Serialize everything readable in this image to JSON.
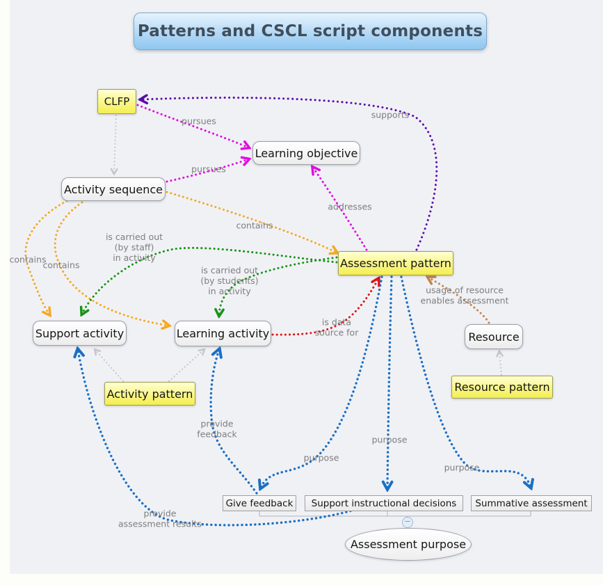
{
  "title": "Patterns and CSCL script components",
  "nodes": {
    "clfp": "CLFP",
    "activity_sequence": "Activity sequence",
    "learning_objective": "Learning objective",
    "assessment_pattern": "Assessment pattern",
    "support_activity": "Support activity",
    "learning_activity": "Learning activity",
    "activity_pattern": "Activity pattern",
    "resource": "Resource",
    "resource_pattern": "Resource pattern",
    "give_feedback": "Give feedback",
    "support_instructional_decisions": "Support instructional decisions",
    "summative_assessment": "Summative assessment",
    "assessment_purpose": "Assessment purpose"
  },
  "edges": [
    {
      "from": "clfp",
      "to": "activity_sequence",
      "label": "",
      "color": "#c2c4c8"
    },
    {
      "from": "activity_pattern",
      "to": "support_activity",
      "label": "",
      "color": "#c2c4c8"
    },
    {
      "from": "activity_pattern",
      "to": "learning_activity",
      "label": "",
      "color": "#c2c4c8"
    },
    {
      "from": "resource_pattern",
      "to": "resource",
      "label": "",
      "color": "#c2c4c8"
    },
    {
      "from": "clfp",
      "to": "learning_objective",
      "label": "pursues",
      "color": "#e10ce1"
    },
    {
      "from": "activity_sequence",
      "to": "learning_objective",
      "label": "pursues",
      "color": "#e10ce1"
    },
    {
      "from": "assessment_pattern",
      "to": "learning_objective",
      "label": "addresses",
      "color": "#e10ce1"
    },
    {
      "from": "assessment_pattern",
      "to": "clfp",
      "label": "supports",
      "color": "#5a0ca8"
    },
    {
      "from": "activity_sequence",
      "to": "assessment_pattern",
      "label": "contains",
      "color": "#f6a81f"
    },
    {
      "from": "activity_sequence",
      "to": "support_activity",
      "label": "contains",
      "color": "#f6a81f"
    },
    {
      "from": "activity_sequence",
      "to": "learning_activity",
      "label": "contains",
      "color": "#f6a81f"
    },
    {
      "from": "assessment_pattern",
      "to": "support_activity",
      "label": "is carried out\n(by staff)\nin activity",
      "color": "#169416"
    },
    {
      "from": "assessment_pattern",
      "to": "learning_activity",
      "label": "is carried out\n(by students)\nin activity",
      "color": "#169416"
    },
    {
      "from": "learning_activity",
      "to": "assessment_pattern",
      "label": "is data\nsource for",
      "color": "#dd1414"
    },
    {
      "from": "resource",
      "to": "assessment_pattern",
      "label": "usage of resource\nenables assessment",
      "color": "#c0854a"
    },
    {
      "from": "assessment_pattern",
      "to": "give_feedback",
      "label": "purpose",
      "color": "#1a6fc4"
    },
    {
      "from": "assessment_pattern",
      "to": "support_instructional_decisions",
      "label": "purpose",
      "color": "#1a6fc4"
    },
    {
      "from": "assessment_pattern",
      "to": "summative_assessment",
      "label": "purpose",
      "color": "#1a6fc4"
    },
    {
      "from": "give_feedback",
      "to": "learning_activity",
      "label": "provide\nfeedback",
      "color": "#1a6fc4"
    },
    {
      "from": "support_instructional_decisions",
      "to": "support_activity",
      "label": "provide\nassessment results",
      "color": "#1a6fc4"
    }
  ],
  "icons": {
    "collapse_glyph": "−"
  },
  "colors": {
    "canvas": "#f0f1f5",
    "node_yellow": "#f4ee4e",
    "title_blue": "#8ec6f0",
    "magenta": "#e10ce1",
    "purple": "#5a0ca8",
    "orange": "#f6a81f",
    "green": "#169416",
    "red": "#dd1414",
    "blue": "#1a6fc4",
    "tan": "#c0854a",
    "gray_edge": "#c2c4c8"
  }
}
